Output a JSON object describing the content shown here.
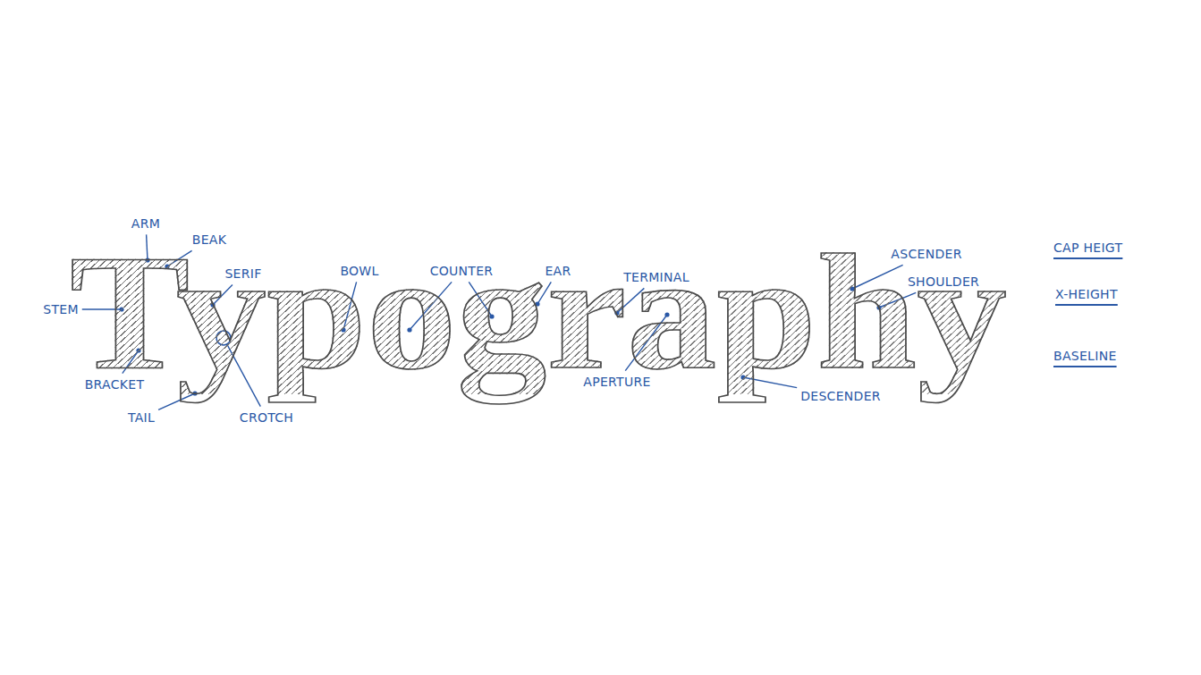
{
  "diagram": {
    "labels": [
      "ARM",
      "BEAK",
      "SERIF",
      "STEM",
      "Typography",
      "BOWL",
      "COUNTER",
      "EAR",
      "TERMINAL",
      "ASCENDER",
      "SHOULDER",
      "CAP HEIGT",
      "X-HEIGHT",
      "BASELINE",
      "BRACKET",
      "APERTURE",
      "DESCENDER",
      "TAIL",
      "CROTCH"
    ]
  }
}
